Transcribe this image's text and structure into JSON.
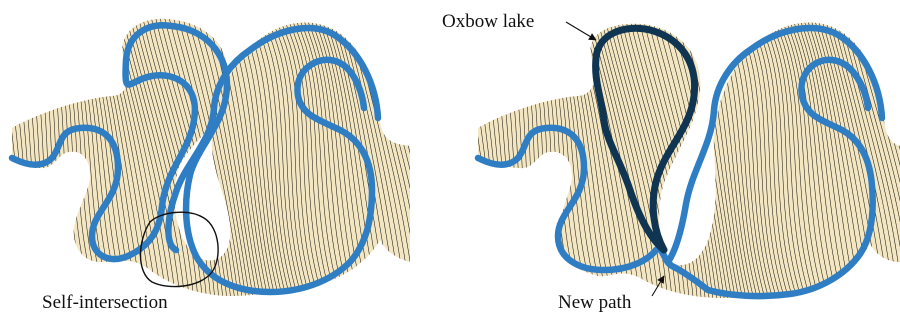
{
  "colors": {
    "background": "#ffffff",
    "fill": "#f3e6c2",
    "strata_line": "#1e1a12",
    "channel_outline": "#2f7ec4",
    "oxbow_outline": "#0f3552",
    "annotation": "#111111"
  },
  "left_panel": {
    "annotations": {
      "self_intersection": "Self-intersection"
    }
  },
  "right_panel": {
    "annotations": {
      "oxbow_lake": "Oxbow lake",
      "new_path": "New path"
    }
  }
}
